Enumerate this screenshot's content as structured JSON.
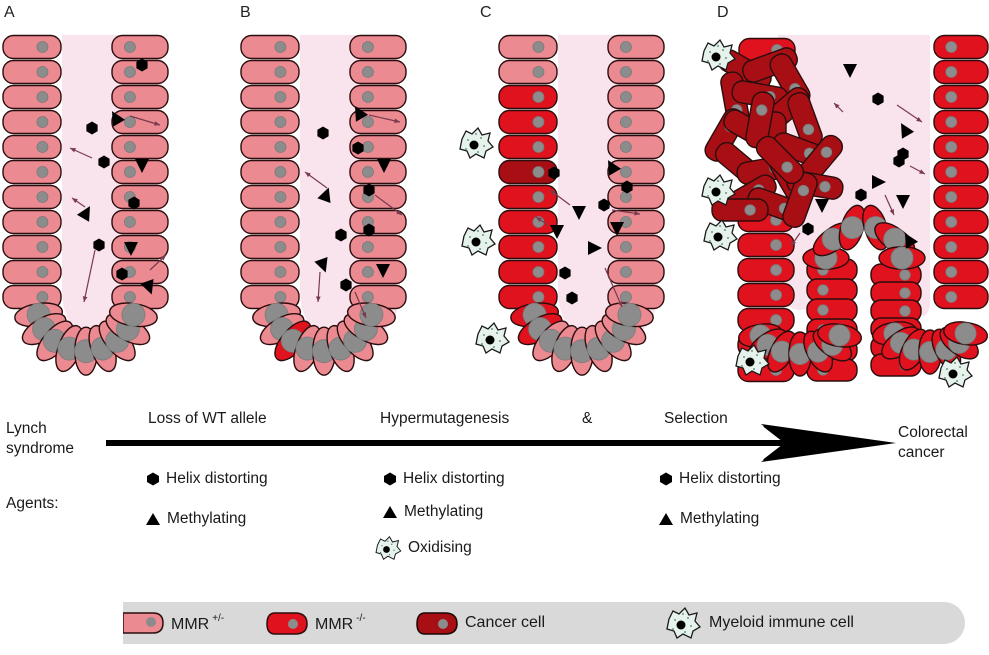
{
  "colors": {
    "mmr_het": "#ec8a92",
    "mmr_null": "#e0121e",
    "cancer": "#a80f14",
    "lumen": "#f9e3ec",
    "nucleus": "#8c8c8c",
    "outline": "#2a0d0d",
    "arrow": "#7a3a4e",
    "immune_fill": "#e6f2ec",
    "legend_bg": "#d9d9d9"
  },
  "panels": [
    {
      "label": "A",
      "description": "Normal crypt, all MMR+/- cells"
    },
    {
      "label": "B",
      "description": "Single MMR-/- cell at crypt base"
    },
    {
      "label": "C",
      "description": "MMR-/- cells expand along left wall, myeloid cells adjacent"
    },
    {
      "label": "D",
      "description": "Tumor mass of cancer cells with budding MMR-/- crypt"
    }
  ],
  "timeline": {
    "start_label_line1": "Lynch",
    "start_label_line2": "syndrome",
    "end_label_line1": "Colorectal",
    "end_label_line2": "cancer",
    "stages": [
      "Loss of WT allele",
      "Hypermutagenesis",
      "&",
      "Selection"
    ]
  },
  "agents": {
    "label": "Agents:",
    "groups": [
      {
        "items": [
          {
            "icon": "hexagon",
            "label": "Helix distorting"
          },
          {
            "icon": "triangle",
            "label": "Methylating"
          }
        ]
      },
      {
        "items": [
          {
            "icon": "hexagon",
            "label": "Helix distorting"
          },
          {
            "icon": "triangle",
            "label": "Methylating"
          },
          {
            "icon": "immune-cell",
            "label": "Oxidising"
          }
        ]
      },
      {
        "items": [
          {
            "icon": "hexagon",
            "label": "Helix distorting"
          },
          {
            "icon": "triangle",
            "label": "Methylating"
          }
        ]
      }
    ]
  },
  "legend": {
    "items": [
      {
        "label": "MMR",
        "sup": "+/-",
        "type": "mmr-het"
      },
      {
        "label": "MMR",
        "sup": "-/-",
        "type": "mmr-null"
      },
      {
        "label": "Cancer cell",
        "sup": "",
        "type": "cancer"
      },
      {
        "label": "Myeloid immune cell",
        "sup": "",
        "type": "immune"
      }
    ]
  }
}
